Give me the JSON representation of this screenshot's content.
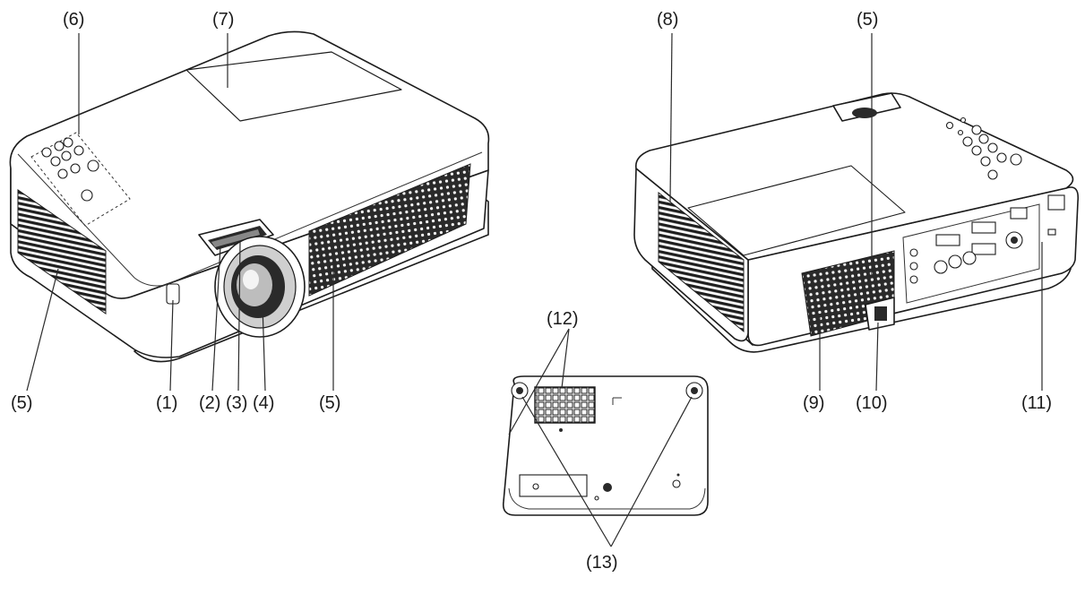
{
  "callouts": {
    "c1": "(1)",
    "c2": "(2)",
    "c3": "(3)",
    "c4": "(4)",
    "c5_front_left": "(5)",
    "c5_front_right": "(5)",
    "c5_rear": "(5)",
    "c6": "(6)",
    "c7": "(7)",
    "c8": "(8)",
    "c9": "(9)",
    "c10": "(10)",
    "c11": "(11)",
    "c12": "(12)",
    "c13": "(13)"
  },
  "colors": {
    "outline": "#1c1c1c",
    "vent": "#1b1b1b",
    "panel": "#d9d9d9",
    "background": "#ffffff"
  }
}
